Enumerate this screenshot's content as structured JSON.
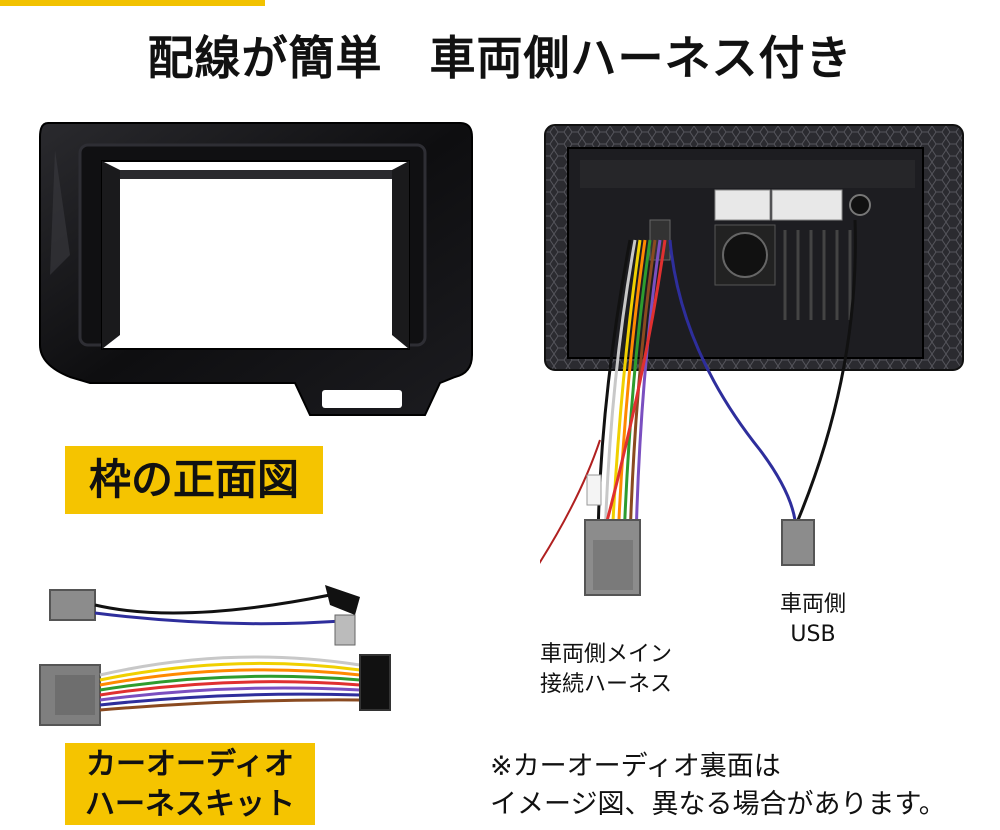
{
  "headline": "配線が簡単　車両側ハーネス付き",
  "labels": {
    "front_view": "枠の正面図",
    "kit_line1": "カーオーディオ",
    "kit_line2": "ハーネスキット"
  },
  "captions": {
    "usb_line1": "車両側",
    "usb_line2": "USB",
    "main_line1": "車両側メイン",
    "main_line2": "接続ハーネス"
  },
  "note": {
    "line1": "※カーオーディオ裏面は",
    "line2": "イメージ図、異なる場合があります。"
  },
  "colors": {
    "accent_yellow": "#f5c400",
    "frame_black": "#141416",
    "connector_gray": "#8c8c8c"
  }
}
